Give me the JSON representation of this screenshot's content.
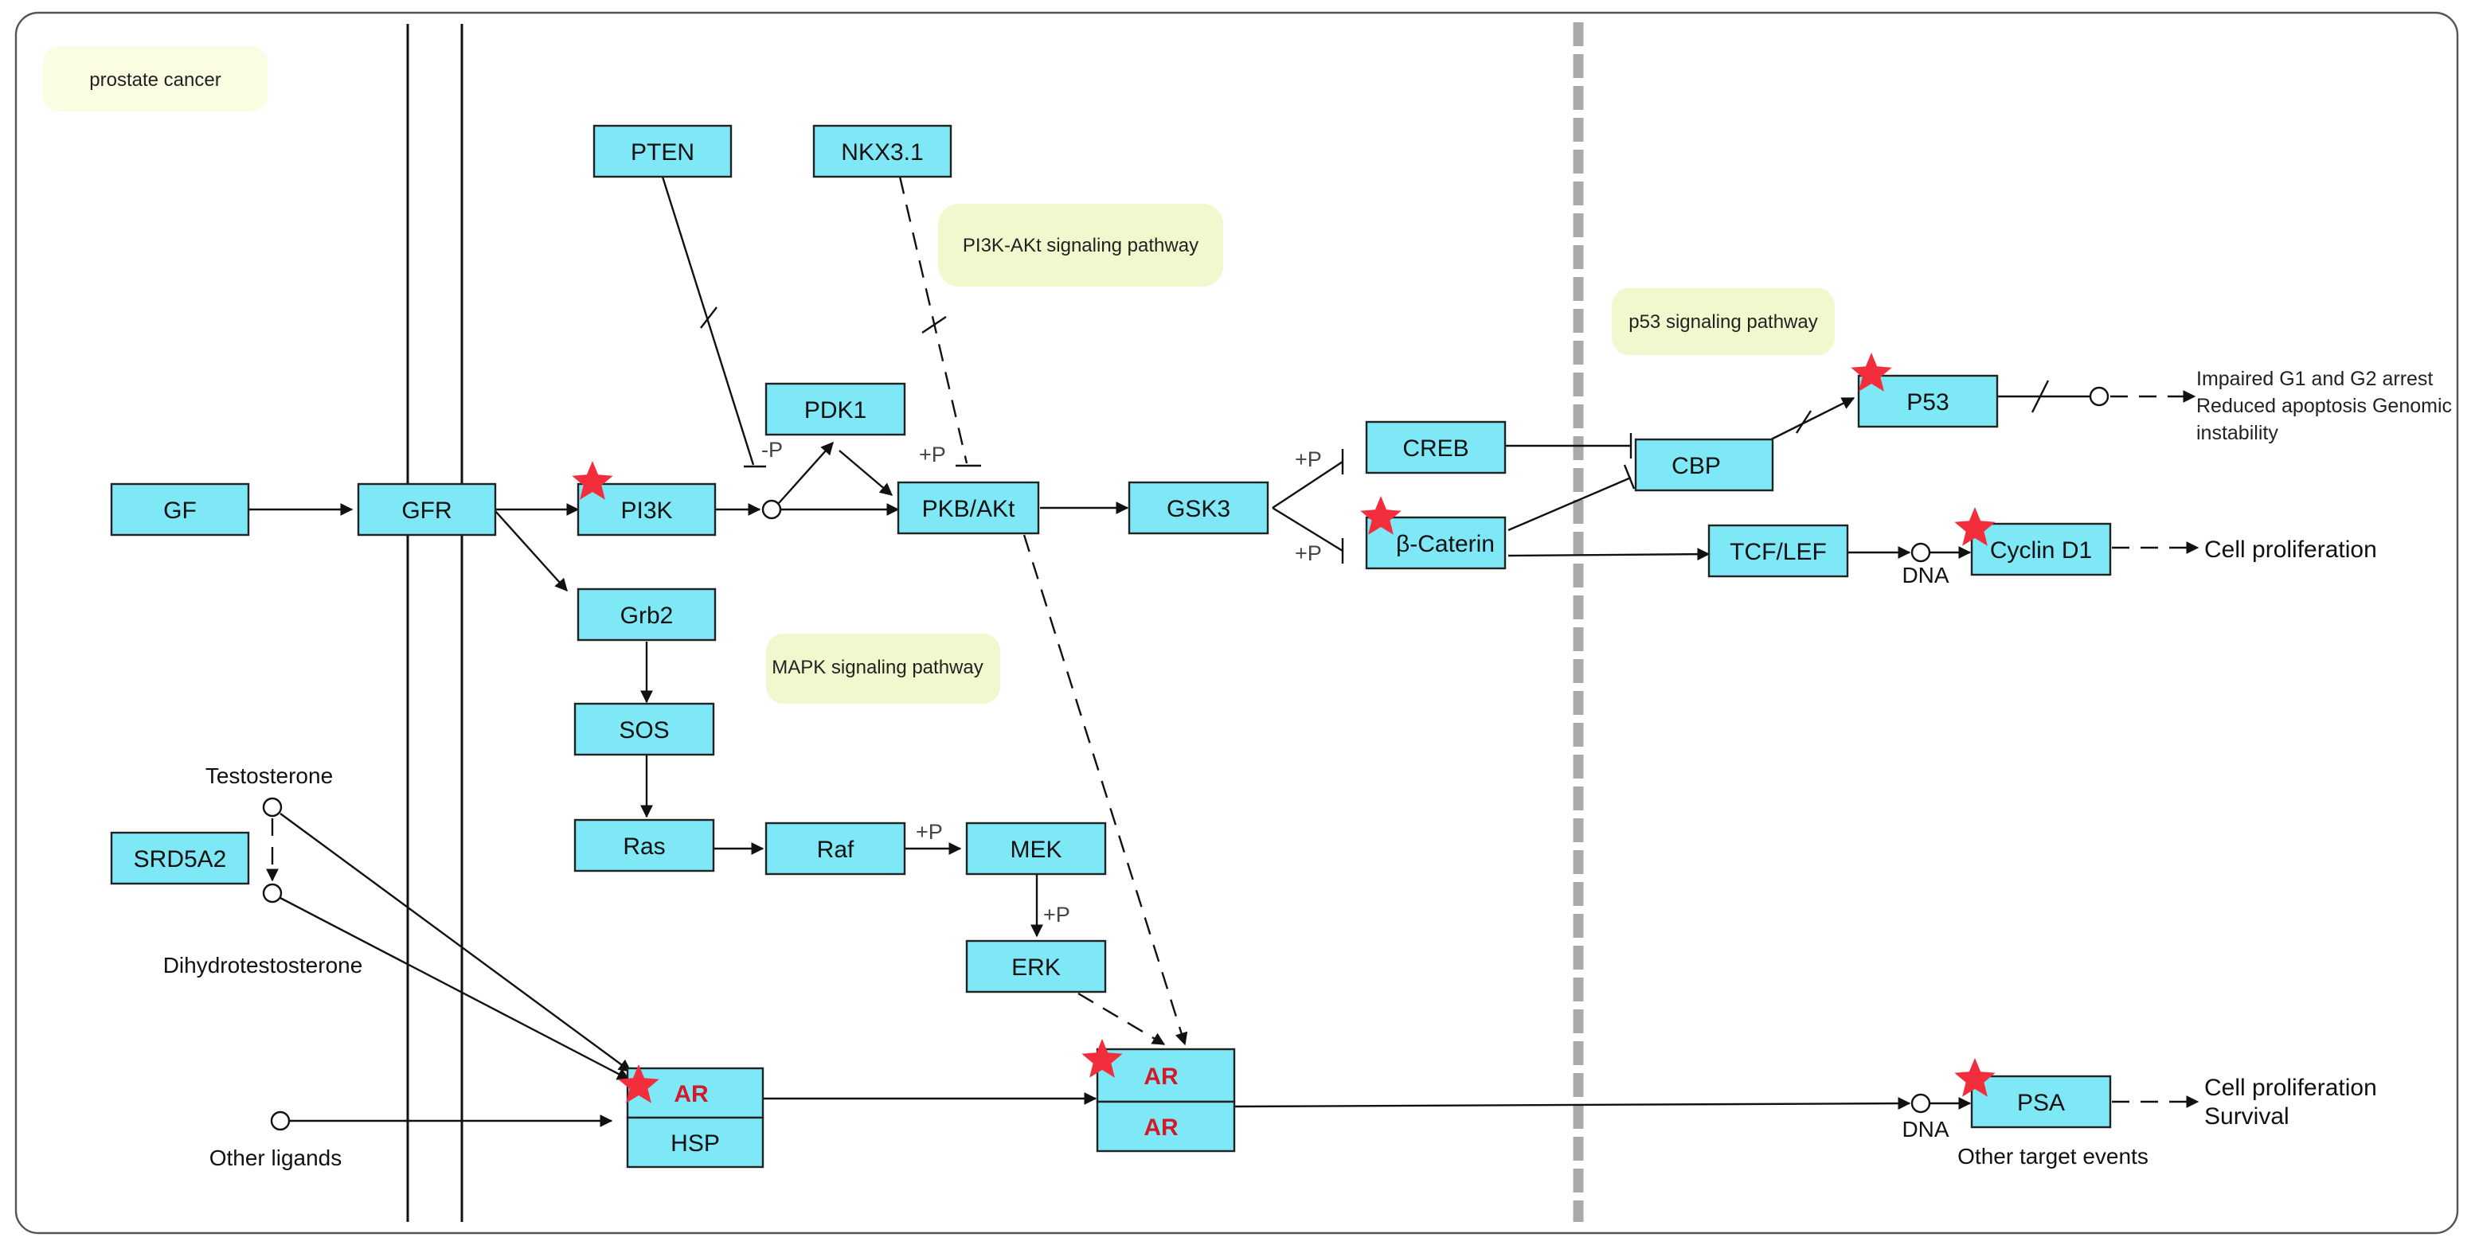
{
  "title": "prostate cancer",
  "pathways": {
    "pi3k": "PI3K-AKt signaling pathway",
    "p53": "p53 signaling pathway",
    "mapk": "MAPK signaling pathway"
  },
  "nodes": {
    "pten": "PTEN",
    "nkx31": "NKX3.1",
    "pdk1": "PDK1",
    "gf": "GF",
    "gfr": "GFR",
    "pi3k": "PI3K",
    "pkb": "PKB/AKt",
    "gsk3": "GSK3",
    "creb": "CREB",
    "bcatenin": "β-Caterin",
    "cbp": "CBP",
    "p53": "P53",
    "tcflef": "TCF/LEF",
    "cyclind1": "Cyclin D1",
    "grb2": "Grb2",
    "sos": "SOS",
    "ras": "Ras",
    "raf": "Raf",
    "mek": "MEK",
    "erk": "ERK",
    "srd5a2": "SRD5A2",
    "ar1": "AR",
    "hsp": "HSP",
    "ar2": "AR",
    "ar3": "AR",
    "psa": "PSA"
  },
  "labels": {
    "testosterone": "Testosterone",
    "dht": "Dihydrotestosterone",
    "other_ligands": "Other ligands",
    "dna1": "DNA",
    "dna2": "DNA",
    "other_target": "Other target events",
    "cell_prolif1": "Cell proliferation",
    "cell_prolif2": "Cell proliferation",
    "survival": "Survival",
    "p53_out1": "Impaired G1 and G2 arrest",
    "p53_out2": "Reduced apoptosis Genomic",
    "p53_out3": "instability"
  },
  "modifiers": {
    "pdk1_pten": "-P",
    "pkb_p": "+P",
    "gsk3_creb": "+P",
    "gsk3_bcat": "+P",
    "raf_mek": "+P",
    "mek_erk": "+P"
  },
  "colors": {
    "node_fill": "#7fe8f6",
    "pathway_fill": "#f0f9cd",
    "star": "#f22d3c",
    "highlight_text": "#d11a2a"
  }
}
